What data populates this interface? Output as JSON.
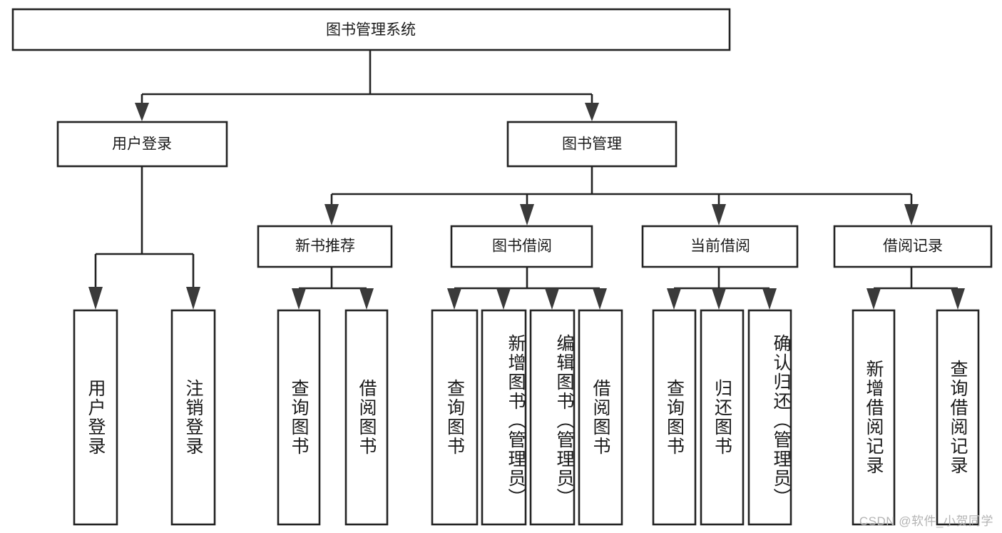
{
  "diagram": {
    "type": "tree-hierarchy",
    "title": "图书管理系统",
    "watermark": "CSDN @软件_小贺同学",
    "colors": {
      "background": "#ffffff",
      "box_stroke": "#232323",
      "box_fill": "#ffffff",
      "text": "#1a1a1a",
      "arrow": "#3a3a3a",
      "watermark": "#b4b4b4"
    },
    "levels": [
      {
        "level": 0,
        "nodes": [
          {
            "id": "root",
            "label": "图书管理系统",
            "orientation": "horizontal"
          }
        ]
      },
      {
        "level": 1,
        "nodes": [
          {
            "id": "user-login",
            "label": "用户登录",
            "orientation": "horizontal",
            "parent": "root"
          },
          {
            "id": "book-manage",
            "label": "图书管理",
            "orientation": "horizontal",
            "parent": "root"
          }
        ]
      },
      {
        "level": 2,
        "nodes": [
          {
            "id": "new-book-rec",
            "label": "新书推荐",
            "orientation": "horizontal",
            "parent": "book-manage"
          },
          {
            "id": "book-borrow",
            "label": "图书借阅",
            "orientation": "horizontal",
            "parent": "book-manage"
          },
          {
            "id": "current-borrow",
            "label": "当前借阅",
            "orientation": "horizontal",
            "parent": "book-manage"
          },
          {
            "id": "borrow-record",
            "label": "借阅记录",
            "orientation": "horizontal",
            "parent": "book-manage"
          }
        ]
      },
      {
        "level": 3,
        "nodes": [
          {
            "id": "leaf-user-login",
            "label": "用户登录",
            "orientation": "vertical",
            "parent": "user-login"
          },
          {
            "id": "leaf-logout",
            "label": "注销登录",
            "orientation": "vertical",
            "parent": "user-login"
          },
          {
            "id": "leaf-query-book-1",
            "label": "查询图书",
            "orientation": "vertical",
            "parent": "new-book-rec"
          },
          {
            "id": "leaf-borrow-book-1",
            "label": "借阅图书",
            "orientation": "vertical",
            "parent": "new-book-rec"
          },
          {
            "id": "leaf-query-book-2",
            "label": "查询图书",
            "orientation": "vertical",
            "parent": "book-borrow"
          },
          {
            "id": "leaf-add-book",
            "label": "新增图书（管理员）",
            "orientation": "vertical",
            "parent": "book-borrow"
          },
          {
            "id": "leaf-edit-book",
            "label": "编辑图书（管理员）",
            "orientation": "vertical",
            "parent": "book-borrow"
          },
          {
            "id": "leaf-borrow-book-2",
            "label": "借阅图书",
            "orientation": "vertical",
            "parent": "book-borrow"
          },
          {
            "id": "leaf-query-book-3",
            "label": "查询图书",
            "orientation": "vertical",
            "parent": "current-borrow"
          },
          {
            "id": "leaf-return-book",
            "label": "归还图书",
            "orientation": "vertical",
            "parent": "current-borrow"
          },
          {
            "id": "leaf-confirm-return",
            "label": "确认归还（管理员）",
            "orientation": "vertical",
            "parent": "current-borrow"
          },
          {
            "id": "leaf-add-record",
            "label": "新增借阅记录",
            "orientation": "vertical",
            "parent": "borrow-record"
          },
          {
            "id": "leaf-query-record",
            "label": "查询借阅记录",
            "orientation": "vertical",
            "parent": "borrow-record"
          }
        ]
      }
    ]
  }
}
